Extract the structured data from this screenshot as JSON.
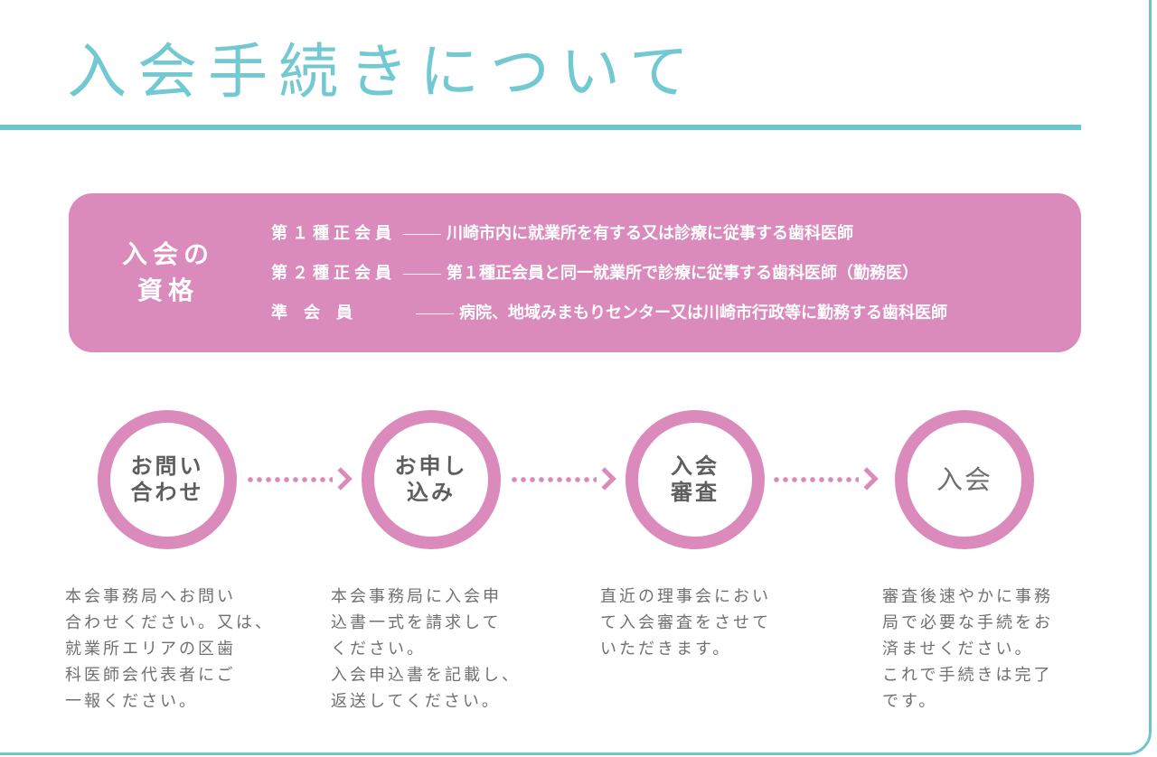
{
  "title": "入会手続きについて",
  "qualification": {
    "heading": [
      "入会の",
      "資格"
    ],
    "rows": [
      {
        "type": "第１種正会員",
        "desc": "川崎市内に就業所を有する又は診療に従事する歯科医師"
      },
      {
        "type": "第２種正会員",
        "desc": "第１種正会員と同一就業所で診療に従事する歯科医師（勤務医）"
      },
      {
        "type": "準　会　員",
        "desc": "病院、地域みまもりセンター又は川崎市行政等に勤務する歯科医師"
      }
    ]
  },
  "steps": [
    {
      "title": [
        "お問い",
        "合わせ"
      ],
      "desc": [
        "本会事務局へお問い",
        "合わせください。又は、",
        "就業所エリアの区歯",
        "科医師会代表者にご",
        "一報ください。"
      ]
    },
    {
      "title": [
        "お申し",
        "込み"
      ],
      "desc": [
        "本会事務局に入会申",
        "込書一式を請求して",
        "ください。",
        "入会申込書を記載し、",
        "返送してください。"
      ]
    },
    {
      "title": [
        "入会",
        "審査"
      ],
      "desc": [
        "直近の理事会におい",
        "て入会審査をさせて",
        "いただきます。"
      ]
    },
    {
      "title": [
        "入会"
      ],
      "desc": [
        "審査後速やかに事務",
        "局で必要な手続をお",
        "済ませください。",
        "これで手続きは完了",
        "です。"
      ]
    }
  ],
  "colors": {
    "accent_teal": "#6dc6ce",
    "accent_pink": "#da8abb",
    "text_gray": "#707070"
  }
}
